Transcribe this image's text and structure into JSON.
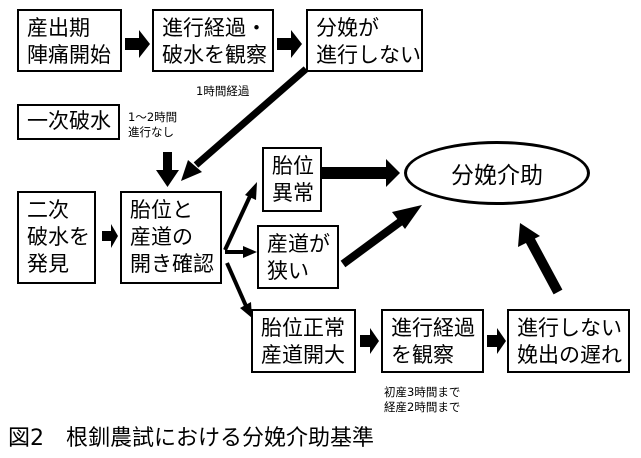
{
  "diagram": {
    "nodes": {
      "onset": {
        "lines": [
          "産出期",
          "陣痛開始"
        ]
      },
      "observe1": {
        "lines": [
          "進行経過・",
          "破水を観察"
        ]
      },
      "no_progress": {
        "lines": [
          "分娩が",
          "進行しない"
        ]
      },
      "primary_rupture": {
        "lines": [
          "一次破水"
        ]
      },
      "secondary_rupture": {
        "lines": [
          "二次",
          "破水を",
          "発見"
        ]
      },
      "check": {
        "lines": [
          "胎位と",
          "産道の",
          "開き確認"
        ]
      },
      "malposition": {
        "lines": [
          "胎位",
          "異常"
        ]
      },
      "narrow": {
        "lines": [
          "産道が",
          "狭い"
        ]
      },
      "normal": {
        "lines": [
          "胎位正常",
          "産道開大"
        ]
      },
      "observe2": {
        "lines": [
          "進行経過",
          "を観察"
        ]
      },
      "delay": {
        "lines": [
          "進行しない",
          "娩出の遅れ"
        ]
      },
      "assist": {
        "label": "分娩介助"
      }
    },
    "notes": {
      "one_hour": "1時間経過",
      "one_two_hours": [
        "1〜2時間",
        "進行なし"
      ],
      "limits": [
        "初産3時間まで",
        "経産2時間まで"
      ]
    },
    "edges": [
      {
        "from": "onset",
        "to": "observe1"
      },
      {
        "from": "observe1",
        "to": "no_progress"
      },
      {
        "from": "no_progress",
        "to": "check",
        "label": "1時間経過"
      },
      {
        "from": "primary_rupture",
        "to": "check",
        "label": "1〜2時間進行なし"
      },
      {
        "from": "secondary_rupture",
        "to": "check"
      },
      {
        "from": "check",
        "to": "malposition"
      },
      {
        "from": "check",
        "to": "narrow"
      },
      {
        "from": "check",
        "to": "normal"
      },
      {
        "from": "malposition",
        "to": "assist"
      },
      {
        "from": "narrow",
        "to": "assist"
      },
      {
        "from": "normal",
        "to": "observe2"
      },
      {
        "from": "observe2",
        "to": "delay"
      },
      {
        "from": "delay",
        "to": "assist"
      }
    ]
  },
  "caption": "図2　根釧農試における分娩介助基準"
}
